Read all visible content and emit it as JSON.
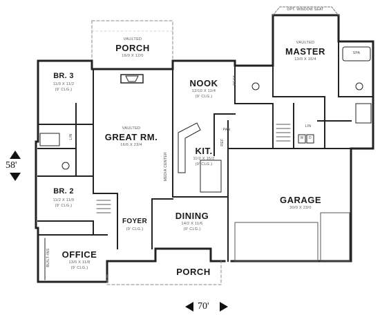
{
  "rooms": {
    "porch_rear": {
      "pre": "VAULTED",
      "name": "PORCH",
      "size": "16/0 X 12/0"
    },
    "br3": {
      "name": "BR. 3",
      "size": "11/0 X 11/2",
      "ceiling": "(9' CLG.)"
    },
    "great": {
      "pre": "VAULTED",
      "name": "GREAT RM.",
      "size": "16/6 X 23/4"
    },
    "nook": {
      "name": "NOOK",
      "size": "12/10 X 11/4",
      "ceiling": "(9' CLG.)"
    },
    "master": {
      "pre": "VAULTED",
      "name": "MASTER",
      "size": "13/0 X 16/4"
    },
    "kit": {
      "name": "KIT.",
      "size": "11/2 X 15/2",
      "ceiling": "(9' CLG.)"
    },
    "br2": {
      "name": "BR. 2",
      "size": "11/2 X 11/0",
      "ceiling": "(9' CLG.)"
    },
    "foyer": {
      "name": "FOYER",
      "ceiling": "(9' CLG.)"
    },
    "dining": {
      "name": "DINING",
      "size": "14/2 X 11/6",
      "ceiling": "(9' CLG.)"
    },
    "garage": {
      "name": "GARAGE",
      "size": "30/0 X 23/0"
    },
    "office": {
      "name": "OFFICE",
      "size": "13/0 X 11/8",
      "ceiling": "(9' CLG.)"
    },
    "porch_front": {
      "name": "PORCH"
    }
  },
  "tags": {
    "window_seat": "OPT. WINDOW SEAT",
    "spa": "SPA",
    "desk": "DESK",
    "pan": "PAN",
    "ref": "REF",
    "lin_bath": "LIN",
    "lin_hall": "LIN",
    "wh": "W",
    "dr": "D",
    "media": "MEDIA CENTER",
    "built_ins": "BUILT-INS"
  },
  "dimensions": {
    "depth": "58'",
    "width": "70'"
  }
}
